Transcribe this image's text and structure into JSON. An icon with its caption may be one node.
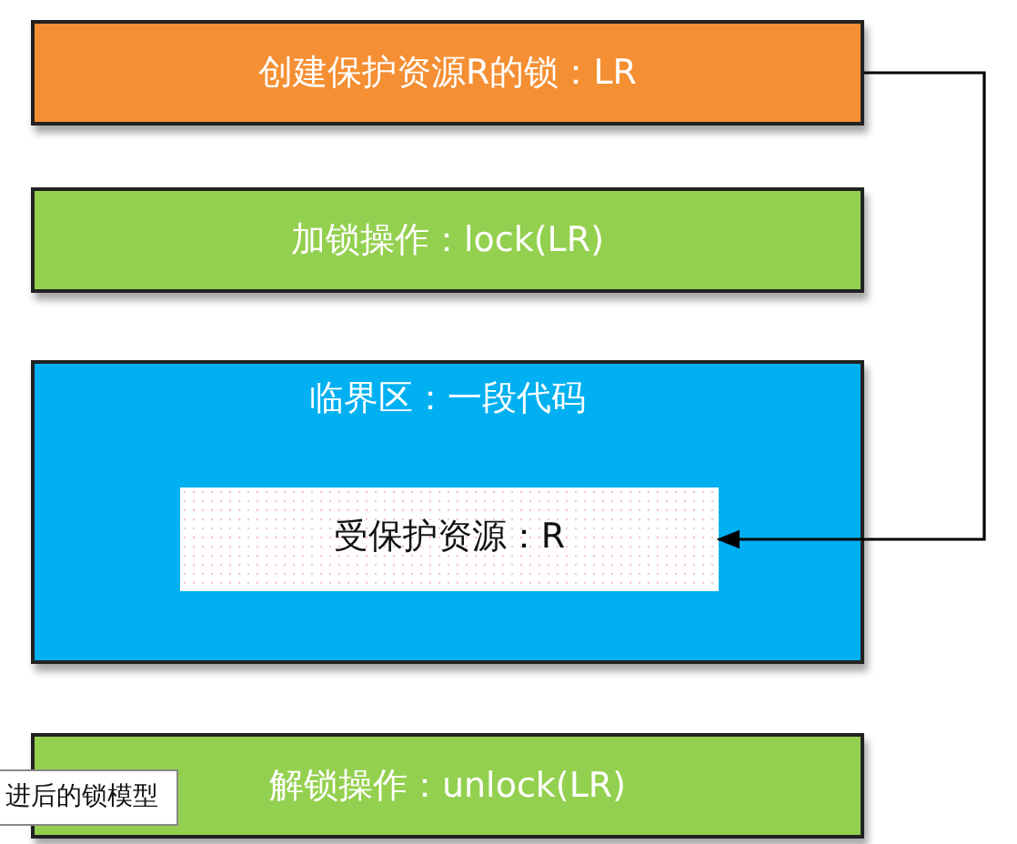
{
  "diagram": {
    "nodes": [
      {
        "text": [
          "创建保护资源R的锁：LR"
        ]
      },
      {
        "text": [
          "加锁操作：lock(LR)"
        ]
      },
      {
        "text": [
          "临界区：一段代码"
        ]
      },
      {
        "text": [
          "受保护资源：R"
        ],
        "in": 2
      },
      {
        "text": [
          "解锁操作：unlock(LR)"
        ]
      }
    ],
    "edges": [
      {
        "from": 0,
        "to": 3,
        "arrow": "to"
      }
    ],
    "labels": [
      "进后的锁模型"
    ]
  }
}
